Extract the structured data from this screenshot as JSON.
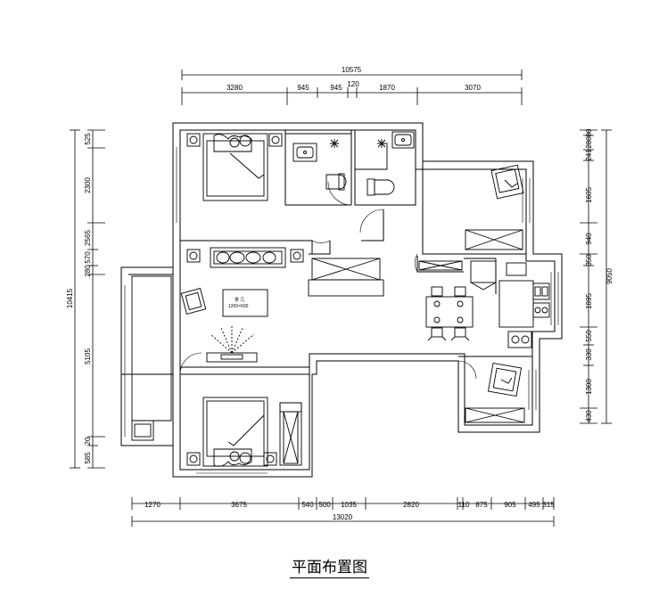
{
  "title": "平面布置图",
  "coffee_table": {
    "name": "茶 几",
    "size": "1200×600"
  },
  "dims_top_total": "10575",
  "dims_top": [
    "3280",
    "945",
    "945",
    "120",
    "1870",
    "3070"
  ],
  "dims_bottom_total": "13020",
  "dims_bottom": [
    "1270",
    "3675",
    "540",
    "500",
    "1035",
    "2820",
    "110",
    "875",
    "905",
    "495",
    "315"
  ],
  "dims_left_total": "10415",
  "dims_left": [
    "525",
    "2300",
    "2565",
    "570",
    "280",
    "5105",
    "20",
    "585"
  ],
  "dims_right_total": "9050",
  "dims_right": [
    "80",
    "280",
    "241",
    "1605",
    "940",
    "350",
    "1895",
    "550",
    "330",
    "1300",
    "430"
  ]
}
